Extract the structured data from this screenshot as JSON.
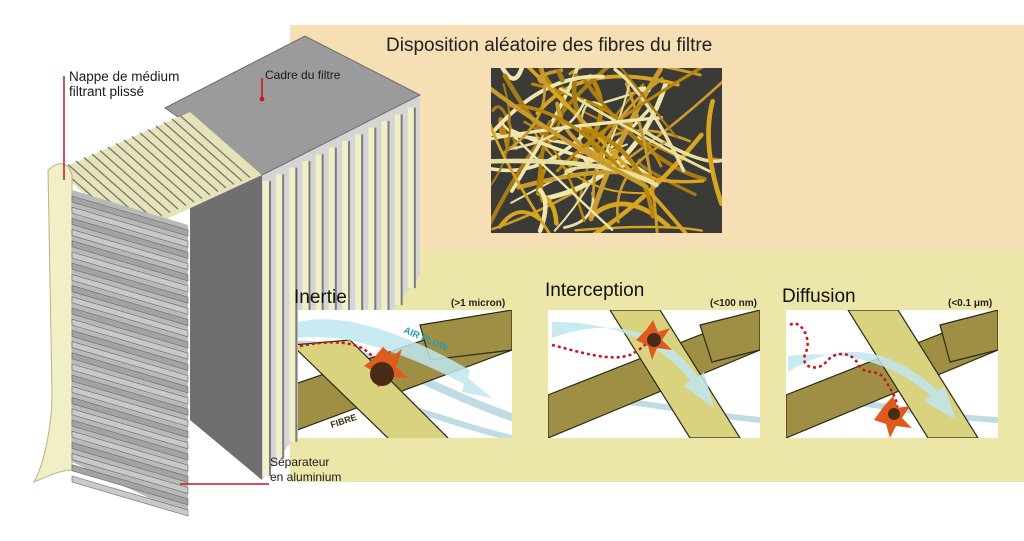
{
  "colors": {
    "media_background": "#f7dfb5",
    "mechanism_background": "#ece6a8",
    "fibre": "#9f8f44",
    "fibre_light": "#d9d27e",
    "frame": "#9b9b9b",
    "pleat_grey": "#b9b9b9",
    "pleat_cream": "#f1efc6",
    "air_flow": "#bfe6ef",
    "particle_path": "#c8141c",
    "particle": "#4a2c16",
    "impact_star": "#e05a1e"
  },
  "labels": {
    "random_fibres_title": "Disposition aléatoire des fibres du filtre",
    "pleated_media": [
      "Nappe de médium",
      "filtrant plissé"
    ],
    "filter_frame": "Cadre du filtre",
    "separator": [
      "Séparateur",
      "en aluminium"
    ]
  },
  "mechanisms": [
    {
      "id": "inertia",
      "title": "Inertie",
      "size_range": "(>1 micron)",
      "fibre_label": "FIBRE",
      "air_flow_label": "AIR FLOW"
    },
    {
      "id": "interception",
      "title": "Interception",
      "size_range": "(<100 nm)"
    },
    {
      "id": "diffusion",
      "title": "Diffusion",
      "size_range": "(<0.1 μm)"
    }
  ]
}
